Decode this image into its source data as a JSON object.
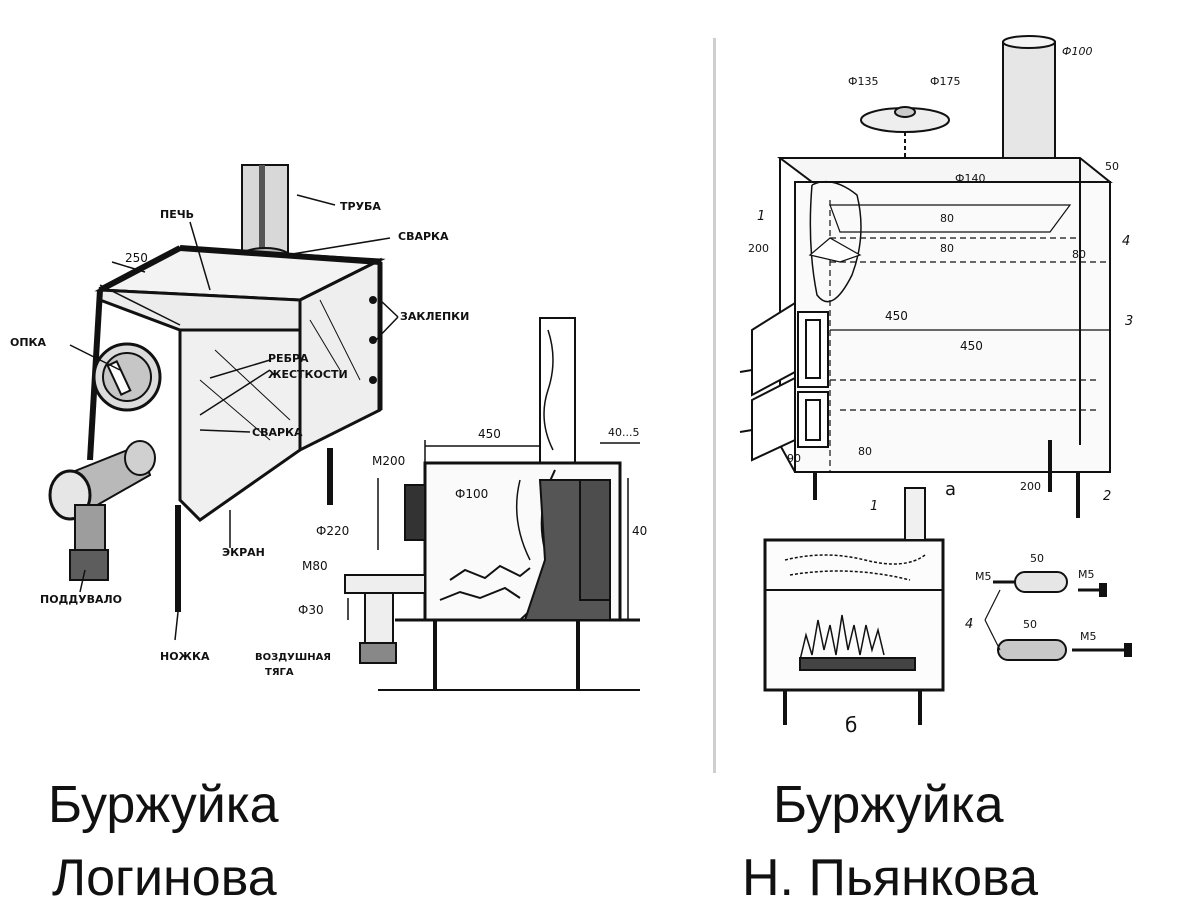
{
  "left_drawing": {
    "labels": {
      "pipe": "ТРУБА",
      "stove": "ПЕЧЬ",
      "weld_top": "СВАРКА",
      "rivets": "ЗАКЛЕПКИ",
      "ribs_line1": "РЕБРА",
      "ribs_line2": "ЖЕСТКОСТИ",
      "weld_mid": "СВАРКА",
      "door": "ОПКА",
      "screen": "ЭКРАН",
      "blower": "ПОДДУВАЛО",
      "leg": "НОЖКА",
      "draft_line1": "ВОЗДУШНАЯ",
      "draft_line2": "ТЯГА"
    },
    "dimensions": {
      "top_width": "250",
      "section_width": "450",
      "gap": "40...5",
      "height": "40",
      "m200": "М200",
      "d100": "Ф100",
      "d220": "Ф220",
      "m80": "М80",
      "d30": "Ф30"
    }
  },
  "right_drawing": {
    "dimensions": {
      "d100": "Ф100",
      "d135": "Ф135",
      "d175": "Ф175",
      "d140": "Ф140",
      "d50": "50",
      "d80_a": "80",
      "d80_b": "80",
      "d80_c": "80",
      "d200": "200",
      "w450": "450",
      "h450": "450",
      "d80_d": "80",
      "d90": "90",
      "d200_b": "200"
    },
    "callouts": {
      "n1": "1",
      "n2": "2",
      "n3": "3",
      "n4": "4",
      "n1b": "1",
      "n4b": "4"
    },
    "view_a": "а",
    "view_b": "б",
    "parts": {
      "bolt_top_len": "50",
      "bolt_top_m_left": "М5",
      "bolt_top_m_right": "М5",
      "bolt_bottom_len": "50",
      "bolt_bottom_m": "М5"
    }
  },
  "captions": {
    "left_line1": "Буржуйка",
    "left_line2": "Логинова",
    "right_line1": "Буржуйка",
    "right_line2": "Н. Пьянкова"
  }
}
